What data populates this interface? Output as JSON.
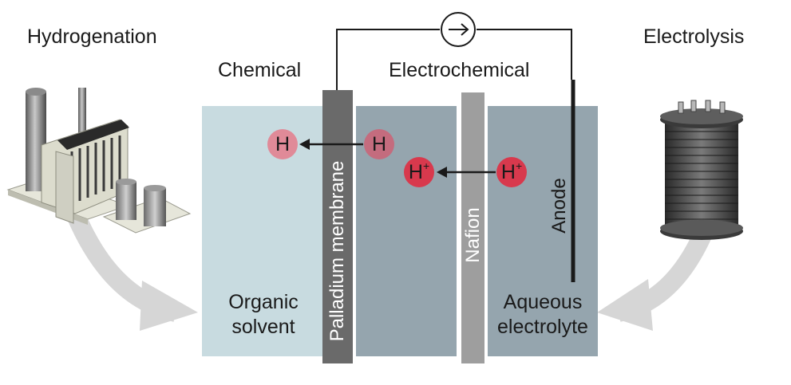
{
  "labels": {
    "hydrogenation": "Hydrogenation",
    "electrolysis": "Electrolysis",
    "chemical": "Chemical",
    "electrochemical": "Electrochemical",
    "organic_solvent_line1": "Organic",
    "organic_solvent_line2": "solvent",
    "aqueous_line1": "Aqueous",
    "aqueous_line2": "electrolyte",
    "palladium_membrane": "Palladium membrane",
    "nafion": "Nafion",
    "anode": "Anode"
  },
  "species": {
    "h_left": "H",
    "h_right": "H",
    "hplus_base": "H",
    "hplus_charge": "+"
  },
  "colors": {
    "organic_solvent": "#c8dbe0",
    "electrochemical_chamber": "#95a5ae",
    "palladium": "#6a6a6a",
    "nafion": "#9e9e9e",
    "h_circle_left": "#e08a98",
    "h_circle_right": "#c46c7e",
    "hplus_circle": "#d8394d",
    "flow_arrow": "#d6d6d6"
  },
  "icons": {
    "current_source": "current-source-arrow-icon",
    "plant": "chemical-plant-icon",
    "electrolyzer": "electrolyzer-coil-icon"
  }
}
